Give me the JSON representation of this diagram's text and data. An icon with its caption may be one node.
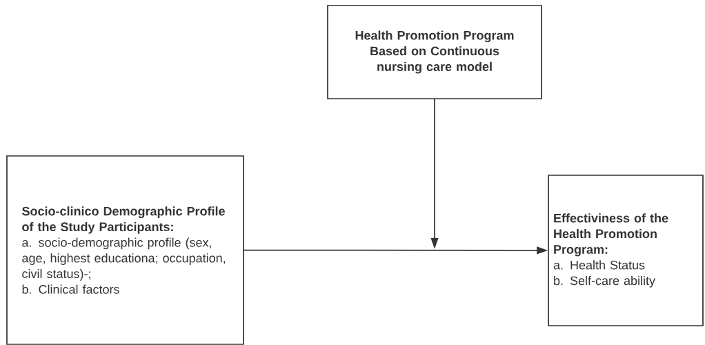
{
  "diagram": {
    "nodes": [
      {
        "text": [
          "Health Promotion Program Based on Continuous nursing care model"
        ]
      },
      {
        "text": [
          "Socio-clinico Demographic Profile of the Study Participants:",
          "a. socio-demographic profile (sex, age, highest educationa; occupation, civil status)-;",
          "b. Clinical factors"
        ]
      },
      {
        "text": [
          "Effectiviness of the Health Promotion Program:",
          "a.  Health Status",
          "b.  Self-care ability"
        ]
      }
    ],
    "edges": [
      {
        "from": 0,
        "to": null,
        "arrow": "to"
      },
      {
        "from": 1,
        "to": 2,
        "arrow": "to"
      }
    ]
  }
}
